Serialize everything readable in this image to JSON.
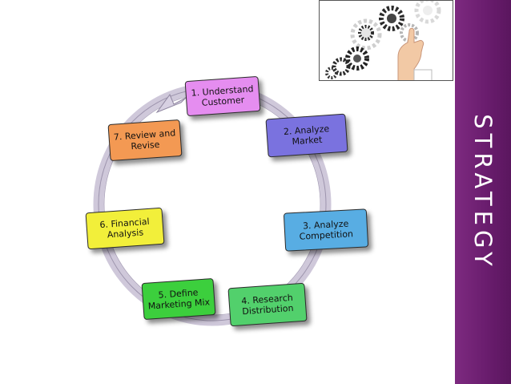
{
  "sidebar": {
    "title": "STRATEGY",
    "color": "#6a1d6e"
  },
  "cycle": {
    "steps": [
      {
        "label": "1. Understand\nCustomer",
        "color": "#e68ef0"
      },
      {
        "label": "2. Analyze\nMarket",
        "color": "#7b74e0"
      },
      {
        "label": "3. Analyze\nCompetition",
        "color": "#5aaee3"
      },
      {
        "label": "4. Research\nDistribution",
        "color": "#4fd06b"
      },
      {
        "label": "5. Define\nMarketing Mix",
        "color": "#3bcf3c"
      },
      {
        "label": "6. Financial\nAnalysis",
        "color": "#f2f03a"
      },
      {
        "label": "7. Review and\nRevise",
        "color": "#f39a55"
      }
    ]
  },
  "image": {
    "icons": [
      "gears-icon",
      "hand-icon"
    ]
  }
}
